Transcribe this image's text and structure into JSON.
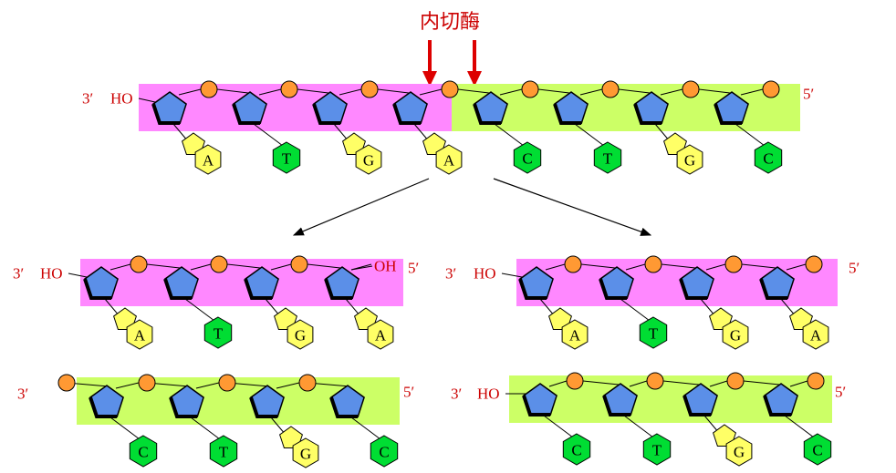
{
  "enzyme_label": "内切酶",
  "colors": {
    "pink_band": "#ff88ff",
    "green_band": "#ccff66",
    "phosphate": "#ff9933",
    "sugar": "#5b8fe8",
    "purine": "#ffff66",
    "pyrimidine": "#00dd33",
    "label": "#cc0000",
    "cut_arrow": "#dd0000"
  },
  "strands": [
    {
      "id": "original",
      "left_end": "3′",
      "right_end": "5′",
      "left_group": "HO",
      "right_group": "",
      "bands": [
        {
          "color": "pink",
          "from": 0,
          "to": 4
        },
        {
          "color": "green",
          "from": 4,
          "to": 8
        }
      ],
      "bases": [
        "A",
        "T",
        "G",
        "A",
        "C",
        "T",
        "G",
        "C"
      ],
      "base_kinds": [
        "purine",
        "pyrimidine",
        "purine",
        "purine",
        "pyrimidine",
        "pyrimidine",
        "purine",
        "pyrimidine"
      ]
    },
    {
      "id": "product-1a",
      "left_end": "3′",
      "right_end": "5′",
      "left_group": "HO",
      "right_group": "OH",
      "bands": [
        {
          "color": "pink",
          "from": 0,
          "to": 4
        }
      ],
      "bases": [
        "A",
        "T",
        "G",
        "A"
      ],
      "base_kinds": [
        "purine",
        "pyrimidine",
        "purine",
        "purine"
      ]
    },
    {
      "id": "product-1b",
      "left_end": "3′",
      "right_end": "5′",
      "left_group": "",
      "right_group": "",
      "bands": [
        {
          "color": "green",
          "from": 0,
          "to": 4
        }
      ],
      "bases": [
        "C",
        "T",
        "G",
        "C"
      ],
      "base_kinds": [
        "pyrimidine",
        "pyrimidine",
        "purine",
        "pyrimidine"
      ]
    },
    {
      "id": "product-2a",
      "left_end": "3′",
      "right_end": "5′",
      "left_group": "HO",
      "right_group": "",
      "bands": [
        {
          "color": "pink",
          "from": 0,
          "to": 4
        }
      ],
      "bases": [
        "A",
        "T",
        "G",
        "A"
      ],
      "base_kinds": [
        "purine",
        "pyrimidine",
        "purine",
        "purine"
      ]
    },
    {
      "id": "product-2b",
      "left_end": "3′",
      "right_end": "5′",
      "left_group": "HO",
      "right_group": "",
      "bands": [
        {
          "color": "green",
          "from": 0,
          "to": 4
        }
      ],
      "bases": [
        "C",
        "T",
        "G",
        "C"
      ],
      "base_kinds": [
        "pyrimidine",
        "pyrimidine",
        "purine",
        "pyrimidine"
      ]
    }
  ]
}
